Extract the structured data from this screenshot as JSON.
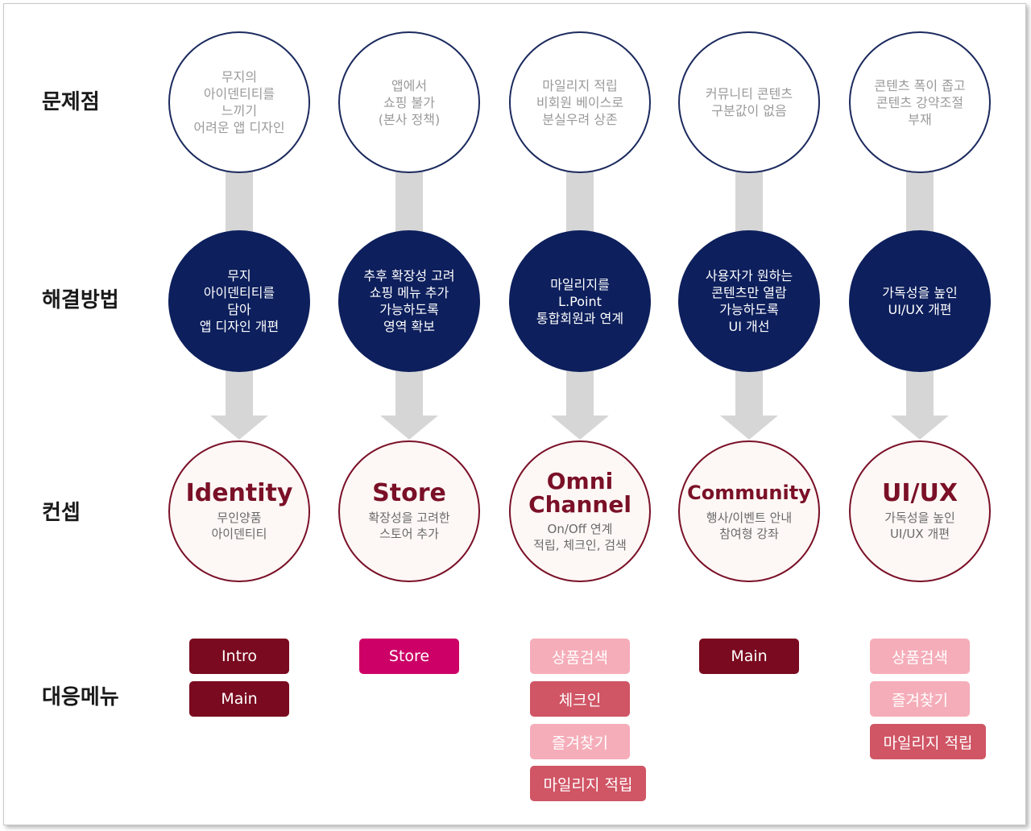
{
  "row_labels": {
    "problem": "문제점",
    "solution": "해결방법",
    "concept": "컨셉",
    "menu": "대응메뉴"
  },
  "columns": [
    {
      "problem": "무지의\n아이덴티티를\n느끼기\n어려운 앱 디자인",
      "solution": "무지\n아이덴티티를\n담아\n앱 디자인 개편",
      "concept_title": "Identity",
      "concept_sub": "무인양품\n아이덴티티",
      "menus": [
        {
          "label": "Intro",
          "style": "dark"
        },
        {
          "label": "Main",
          "style": "dark"
        }
      ]
    },
    {
      "problem": "앱에서\n쇼핑 불가\n(본사 정책)",
      "solution": "추후 확장성 고려\n쇼핑 메뉴 추가\n가능하도록\n영역 확보",
      "concept_title": "Store",
      "concept_sub": "확장성을 고려한\n스토어 추가",
      "menus": [
        {
          "label": "Store",
          "style": "magenta"
        }
      ]
    },
    {
      "problem": "마일리지 적립\n비회원 베이스로\n분실우려 상존",
      "solution": "마일리지를\nL.Point\n통합회원과 연계",
      "concept_title": "Omni\nChannel",
      "concept_sub": "On/Off 연계\n적립, 체크인, 검색",
      "menus": [
        {
          "label": "상품검색",
          "style": "light"
        },
        {
          "label": "체크인",
          "style": "mid"
        },
        {
          "label": "즐겨찾기",
          "style": "light"
        },
        {
          "label": "마일리지 적립",
          "style": "mid"
        }
      ]
    },
    {
      "problem": "커뮤니티 콘텐츠\n구분값이 없음",
      "solution": "사용자가 원하는\n콘텐츠만 열람\n가능하도록\nUI 개선",
      "concept_title": "Community",
      "concept_sub": "행사/이벤트 안내\n참여형 강좌",
      "menus": [
        {
          "label": "Main",
          "style": "dark"
        }
      ]
    },
    {
      "problem": "콘텐츠 폭이 좁고\n콘텐츠 강약조절\n부재",
      "solution": "가독성을 높인\nUI/UX 개편",
      "concept_title": "UI/UX",
      "concept_sub": "가독성을 높인\nUI/UX 개편",
      "menus": [
        {
          "label": "상품검색",
          "style": "light"
        },
        {
          "label": "즐겨찾기",
          "style": "light"
        },
        {
          "label": "마일리지 적립",
          "style": "mid"
        }
      ]
    }
  ],
  "colors": {
    "navy": "#0d1f5c",
    "maroon": "#7a1027",
    "tag_dark": "#7a0a1f",
    "tag_magenta": "#cc0066",
    "tag_mid": "#d05565",
    "tag_light": "#f5adb9",
    "arrow_gray": "#d6d6d6"
  }
}
